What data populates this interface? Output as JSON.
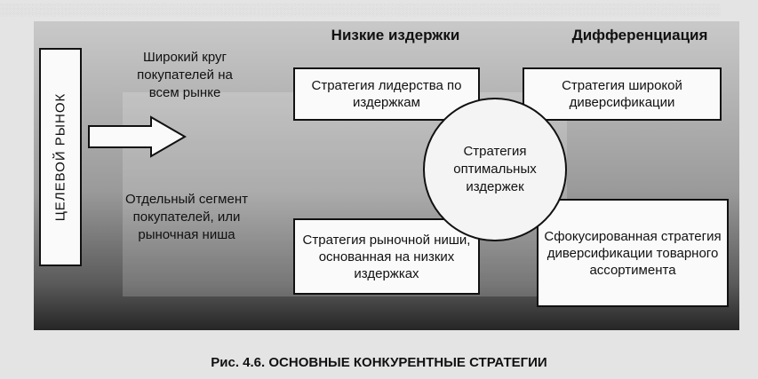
{
  "headers": {
    "low_cost": "Низкие издержки",
    "differentiation": "Дифференциация"
  },
  "target_market": "ЦЕЛЕВОЙ РЫНОК",
  "segments": {
    "broad": "Широкий круг покупателей на всем рынке",
    "narrow": "Отдельный сегмент покупателей, или рыночная ниша"
  },
  "strategies": {
    "cost_leadership": "Стратегия лидерства по издержкам",
    "broad_diversification": "Стратегия широкой диверсификации",
    "best_cost": "Стратегия оптимальных издержек",
    "focused_low_cost": "Стратегия рыночной ниши, основанная на низких издержках",
    "focused_differentiation": "Сфокусированная стратегия диверсификации товарного ассортимента"
  },
  "caption": "Рис. 4.6. ОСНОВНЫЕ КОНКУРЕНТНЫЕ СТРАТЕГИИ"
}
